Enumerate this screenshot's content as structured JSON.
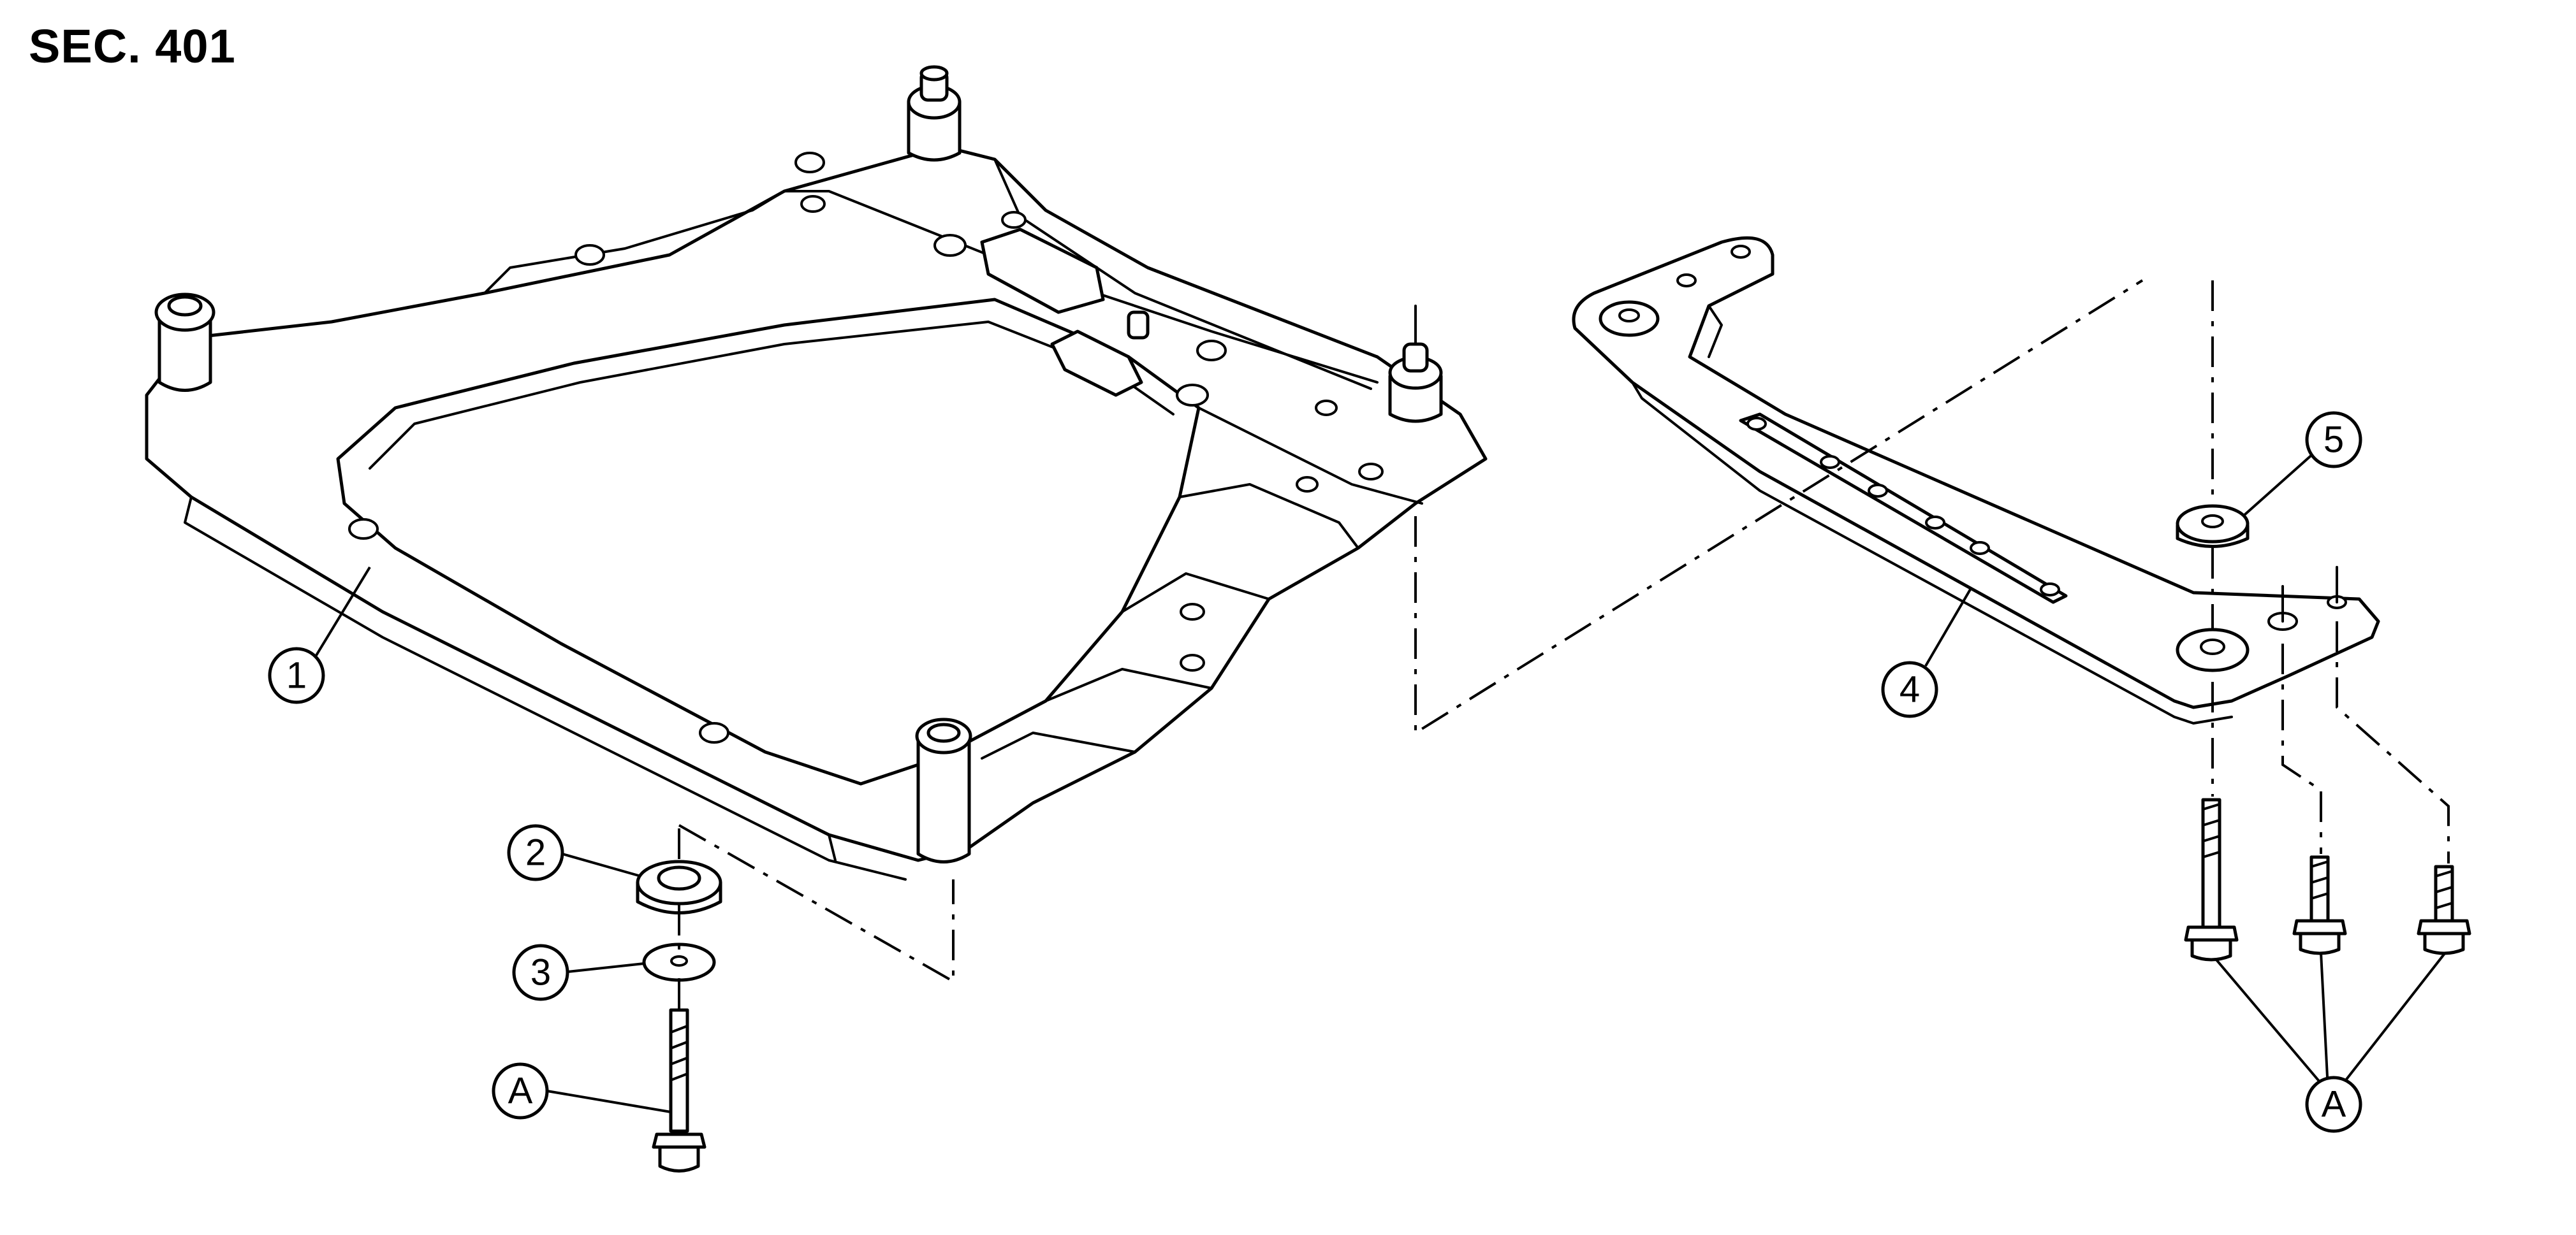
{
  "section_title": "SEC. 401",
  "callouts": {
    "front_suspension_member": "1",
    "member_stopper": "2",
    "washer": "3",
    "front_cross_bar": "4",
    "cross_bar_stopper": "5",
    "bolt_left": "A",
    "bolts_right": "A"
  }
}
